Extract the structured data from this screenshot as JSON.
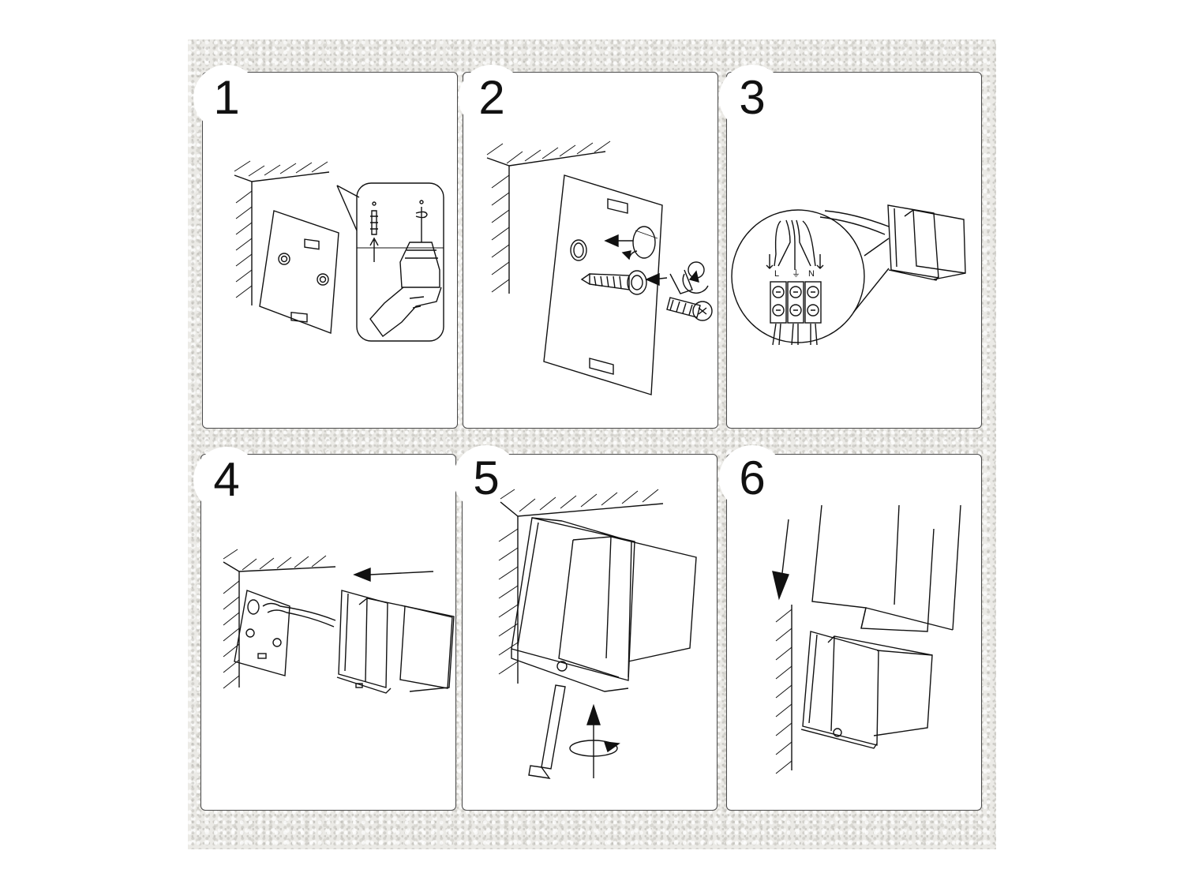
{
  "steps": [
    {
      "number": "1",
      "action": "drill-holes-insert-anchors"
    },
    {
      "number": "2",
      "action": "screw-mounting-plate"
    },
    {
      "number": "3",
      "action": "connect-wires"
    },
    {
      "number": "4",
      "action": "attach-lamp-body"
    },
    {
      "number": "5",
      "action": "tighten-hex-screw"
    },
    {
      "number": "6",
      "action": "slide-on-cover"
    }
  ],
  "terminal_labels": {
    "live": "L",
    "ground": "⏚",
    "neutral": "N"
  },
  "colors": {
    "line": "#111111",
    "panel": "#ffffff",
    "background": "#ebeae6"
  }
}
